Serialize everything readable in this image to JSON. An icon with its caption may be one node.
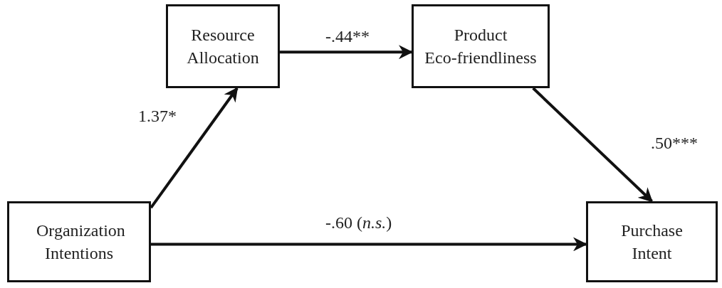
{
  "diagram": {
    "nodes": [
      {
        "text": [
          "Resource Allocation"
        ]
      },
      {
        "text": [
          "Product Eco-friendliness"
        ]
      },
      {
        "text": [
          "Organization Intentions"
        ]
      },
      {
        "text": [
          "Purchase Intent"
        ]
      }
    ],
    "edges": [
      {
        "from": 2,
        "to": 0,
        "arrow": "to",
        "label": "1.37*"
      },
      {
        "from": 0,
        "to": 1,
        "arrow": "to",
        "label": "-.44**"
      },
      {
        "from": 1,
        "to": 3,
        "arrow": "to",
        "label": ".50***"
      },
      {
        "from": 2,
        "to": 3,
        "arrow": "to",
        "label": "-.60 (*n.s.*)"
      }
    ]
  }
}
